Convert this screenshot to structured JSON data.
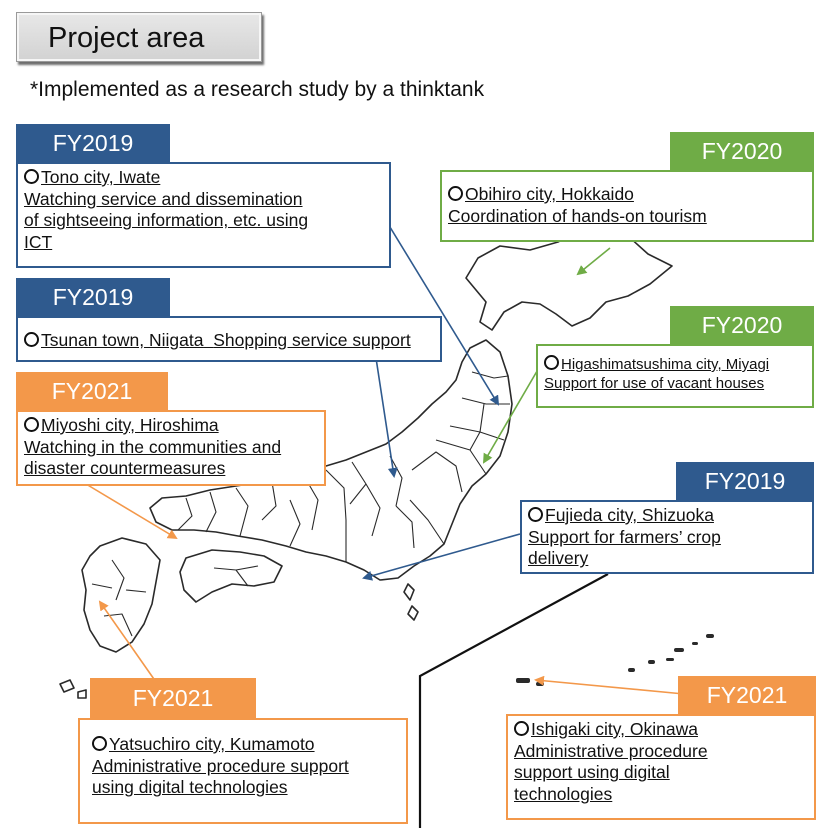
{
  "title": "Project area",
  "subtitle": "*Implemented as a research study by a thinktank",
  "colors": {
    "blue": "#2f5a8e",
    "green": "#6fac46",
    "orange": "#f3984a"
  },
  "projects": [
    {
      "year": "FY2019",
      "color": "blue",
      "place": "Tono city, Iwate",
      "description": [
        "Watching service and dissemination",
        "of sightseeing information, etc. using",
        "ICT"
      ]
    },
    {
      "year": "FY2019",
      "color": "blue",
      "place": "Tsunan town, Niigata",
      "description": [
        "Shopping service support"
      ]
    },
    {
      "year": "FY2021",
      "color": "orange",
      "place": "Miyoshi city, Hiroshima",
      "description": [
        "Watching in the communities and",
        "disaster countermeasures"
      ]
    },
    {
      "year": "FY2020",
      "color": "green",
      "place": "Obihiro city, Hokkaido",
      "description": [
        "Coordination of hands-on tourism"
      ]
    },
    {
      "year": "FY2020",
      "color": "green",
      "place": "Higashimatsushima city, Miyagi",
      "description": [
        "Support for use of vacant houses"
      ]
    },
    {
      "year": "FY2019",
      "color": "blue",
      "place": "Fujieda city, Shizuoka",
      "description": [
        "Support for farmers’ crop",
        "delivery"
      ]
    },
    {
      "year": "FY2021",
      "color": "orange",
      "place": "Yatsuchiro city, Kumamoto",
      "description": [
        "Administrative procedure support",
        "using digital technologies"
      ]
    },
    {
      "year": "FY2021",
      "color": "orange",
      "place": "Ishigaki city, Okinawa",
      "description": [
        "Administrative procedure",
        "support using digital",
        "technologies"
      ]
    }
  ]
}
